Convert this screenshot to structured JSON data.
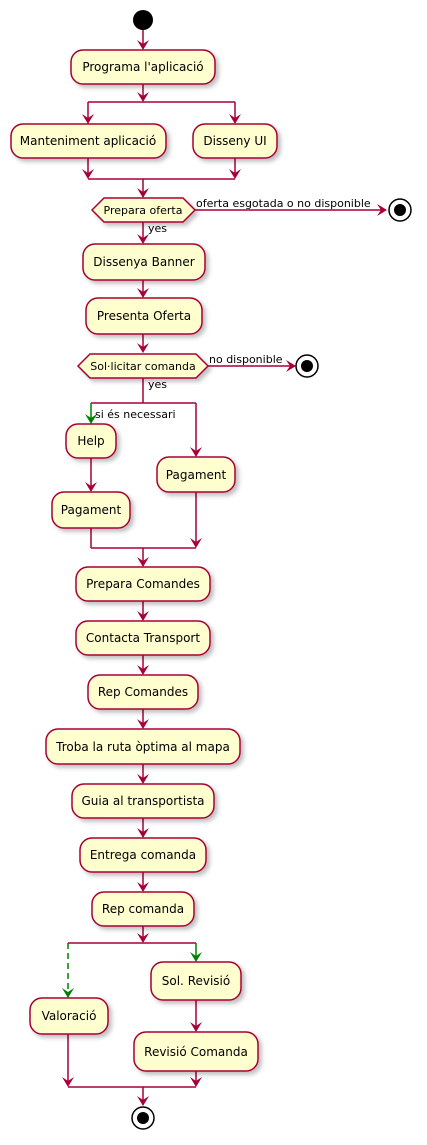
{
  "activities": {
    "programa": "Programa l'aplicació",
    "manteniment": "Manteniment aplicació",
    "disseny_ui": "Disseny UI",
    "dissenya_banner": "Dissenya Banner",
    "presenta_oferta": "Presenta Oferta",
    "help": "Help",
    "pagament_left": "Pagament",
    "pagament_right": "Pagament",
    "prepara_comandes": "Prepara Comandes",
    "contacta_transport": "Contacta Transport",
    "rep_comandes": "Rep Comandes",
    "troba_ruta": "Troba la ruta òptima al mapa",
    "guia": "Guia al transportista",
    "entrega": "Entrega comanda",
    "rep_comanda": "Rep comanda",
    "valoracio": "Valoració",
    "sol_revisio": "Sol. Revisió",
    "revisio_comanda": "Revisió Comanda"
  },
  "decisions": {
    "prepara_oferta": "Prepara oferta",
    "sollicitar_comanda": "Sol·licitar comanda"
  },
  "edge_labels": {
    "oferta_no": "oferta esgotada o no disponible",
    "oferta_yes": "yes",
    "comanda_no": "no disponible",
    "comanda_yes": "yes",
    "si_necessari": "si és necessari"
  },
  "colors": {
    "node_fill": "#FEFECE",
    "node_stroke": "#A80036",
    "edge": "#A80036",
    "highlight_edge": "#008000"
  }
}
